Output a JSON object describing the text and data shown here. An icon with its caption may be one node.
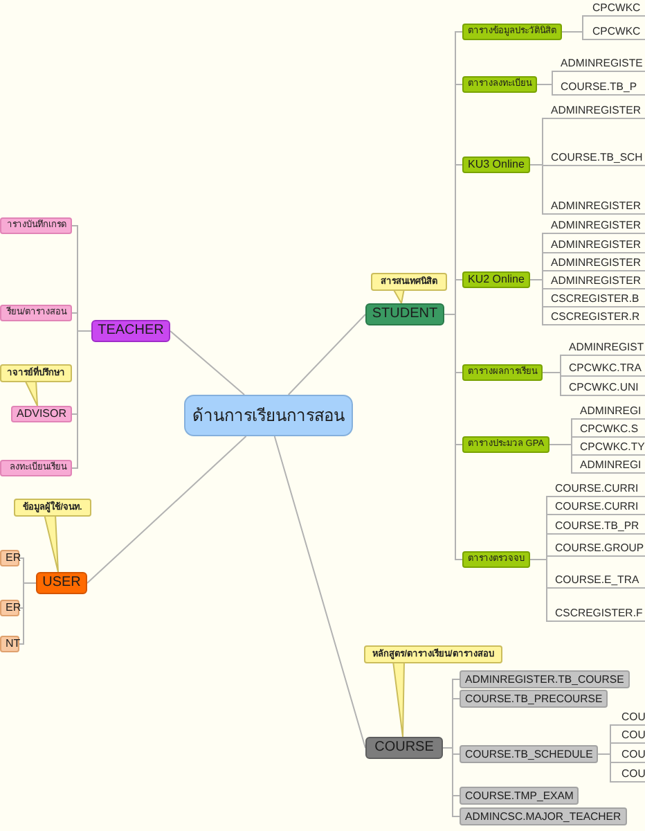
{
  "diagram": {
    "nodes": [
      {
        "text": [
          "ด้านการเรียนการสอน"
        ]
      },
      {
        "text": [
          "TEACHER"
        ]
      },
      {
        "text": [
          "ารางบันทึกเกรด"
        ]
      },
      {
        "text": [
          "รียน/ตารางสอน"
        ]
      },
      {
        "text": [
          "ADVISOR"
        ]
      },
      {
        "text": [
          "ลงทะเบียนเรียน"
        ]
      },
      {
        "text": [
          "USER"
        ]
      },
      {
        "text": [
          "ER"
        ]
      },
      {
        "text": [
          "ER"
        ]
      },
      {
        "text": [
          "NT"
        ]
      },
      {
        "text": [
          "STUDENT"
        ]
      },
      {
        "text": [
          "ตารางข้อมูลประวัตินิสิต"
        ]
      },
      {
        "text": [
          "CPCWKC"
        ]
      },
      {
        "text": [
          "CPCWKC"
        ]
      },
      {
        "text": [
          "ตารางลงทะเบียน"
        ]
      },
      {
        "text": [
          "ADMINREGISTE"
        ]
      },
      {
        "text": [
          "COURSE.TB_P"
        ]
      },
      {
        "text": [
          "KU3 Online"
        ]
      },
      {
        "text": [
          "ADMINREGISTER"
        ]
      },
      {
        "text": [
          "COURSE.TB_SCH"
        ]
      },
      {
        "text": [
          "ADMINREGISTER"
        ]
      },
      {
        "text": [
          "KU2 Online"
        ]
      },
      {
        "text": [
          "ADMINREGISTER"
        ]
      },
      {
        "text": [
          "ADMINREGISTER"
        ]
      },
      {
        "text": [
          "ADMINREGISTER"
        ]
      },
      {
        "text": [
          "ADMINREGISTER"
        ]
      },
      {
        "text": [
          "CSCREGISTER.B"
        ]
      },
      {
        "text": [
          "CSCREGISTER.R"
        ]
      },
      {
        "text": [
          "ตารางผลการเรียน"
        ]
      },
      {
        "text": [
          "ADMINREGIST"
        ]
      },
      {
        "text": [
          "CPCWKC.TRA"
        ]
      },
      {
        "text": [
          "CPCWKC.UNI"
        ]
      },
      {
        "text": [
          "ตารางประมวล GPA"
        ]
      },
      {
        "text": [
          "ADMINREGI"
        ]
      },
      {
        "text": [
          "CPCWKC.S"
        ]
      },
      {
        "text": [
          "CPCWKC.TY"
        ]
      },
      {
        "text": [
          "ADMINREGI"
        ]
      },
      {
        "text": [
          "ตารางตรวจจบ"
        ]
      },
      {
        "text": [
          "COURSE.CURRI"
        ]
      },
      {
        "text": [
          "COURSE.CURRI"
        ]
      },
      {
        "text": [
          "COURSE.TB_PR"
        ]
      },
      {
        "text": [
          "COURSE.GROUP"
        ]
      },
      {
        "text": [
          "COURSE.E_TRA"
        ]
      },
      {
        "text": [
          "CSCREGISTER.F"
        ]
      },
      {
        "text": [
          "COURSE"
        ]
      },
      {
        "text": [
          "ADMINREGISTER.TB_COURSE"
        ]
      },
      {
        "text": [
          "COURSE.TB_PRECOURSE"
        ]
      },
      {
        "text": [
          "COURSE.TB_SCHEDULE"
        ]
      },
      {
        "text": [
          "COU"
        ]
      },
      {
        "text": [
          "COU"
        ]
      },
      {
        "text": [
          "COU"
        ]
      },
      {
        "text": [
          "COU"
        ]
      },
      {
        "text": [
          "COURSE.TMP_EXAM"
        ]
      },
      {
        "text": [
          "ADMINCSC.MAJOR_TEACHER"
        ]
      },
      {
        "text": [
          "สารสนเทศนิสิต"
        ]
      },
      {
        "text": [
          "าจารย์ที่ปรึกษา"
        ]
      },
      {
        "text": [
          "ข้อมูลผู้ใช้/จนท."
        ]
      },
      {
        "text": [
          "หลักสูตร/ตารางเรียน/ตารางสอบ"
        ]
      }
    ],
    "edges": [
      {
        "from": 0,
        "to": 1,
        "arrow": "none"
      },
      {
        "from": 1,
        "to": 2,
        "arrow": "none"
      },
      {
        "from": 1,
        "to": 3,
        "arrow": "none"
      },
      {
        "from": 1,
        "to": 4,
        "arrow": "none"
      },
      {
        "from": 1,
        "to": 5,
        "arrow": "none"
      },
      {
        "from": 0,
        "to": 6,
        "arrow": "none"
      },
      {
        "from": 6,
        "to": 7,
        "arrow": "none"
      },
      {
        "from": 6,
        "to": 8,
        "arrow": "none"
      },
      {
        "from": 6,
        "to": 9,
        "arrow": "none"
      },
      {
        "from": 0,
        "to": 10,
        "arrow": "none"
      },
      {
        "from": 10,
        "to": 11,
        "arrow": "none"
      },
      {
        "from": 10,
        "to": 14,
        "arrow": "none"
      },
      {
        "from": 10,
        "to": 17,
        "arrow": "none"
      },
      {
        "from": 10,
        "to": 21,
        "arrow": "none"
      },
      {
        "from": 10,
        "to": 28,
        "arrow": "none"
      },
      {
        "from": 10,
        "to": 32,
        "arrow": "none"
      },
      {
        "from": 10,
        "to": 37,
        "arrow": "none"
      },
      {
        "from": 11,
        "to": 12,
        "arrow": "none"
      },
      {
        "from": 11,
        "to": 13,
        "arrow": "none"
      },
      {
        "from": 14,
        "to": 15,
        "arrow": "none"
      },
      {
        "from": 14,
        "to": 16,
        "arrow": "none"
      },
      {
        "from": 17,
        "to": 18,
        "arrow": "none"
      },
      {
        "from": 17,
        "to": 19,
        "arrow": "none"
      },
      {
        "from": 17,
        "to": 20,
        "arrow": "none"
      },
      {
        "from": 21,
        "to": 22,
        "arrow": "none"
      },
      {
        "from": 21,
        "to": 23,
        "arrow": "none"
      },
      {
        "from": 21,
        "to": 24,
        "arrow": "none"
      },
      {
        "from": 21,
        "to": 25,
        "arrow": "none"
      },
      {
        "from": 21,
        "to": 26,
        "arrow": "none"
      },
      {
        "from": 21,
        "to": 27,
        "arrow": "none"
      },
      {
        "from": 28,
        "to": 29,
        "arrow": "none"
      },
      {
        "from": 28,
        "to": 30,
        "arrow": "none"
      },
      {
        "from": 28,
        "to": 31,
        "arrow": "none"
      },
      {
        "from": 32,
        "to": 33,
        "arrow": "none"
      },
      {
        "from": 32,
        "to": 34,
        "arrow": "none"
      },
      {
        "from": 32,
        "to": 35,
        "arrow": "none"
      },
      {
        "from": 32,
        "to": 36,
        "arrow": "none"
      },
      {
        "from": 37,
        "to": 38,
        "arrow": "none"
      },
      {
        "from": 37,
        "to": 39,
        "arrow": "none"
      },
      {
        "from": 37,
        "to": 40,
        "arrow": "none"
      },
      {
        "from": 37,
        "to": 41,
        "arrow": "none"
      },
      {
        "from": 37,
        "to": 42,
        "arrow": "none"
      },
      {
        "from": 37,
        "to": 43,
        "arrow": "none"
      },
      {
        "from": 0,
        "to": 44,
        "arrow": "none"
      },
      {
        "from": 44,
        "to": 45,
        "arrow": "none"
      },
      {
        "from": 44,
        "to": 46,
        "arrow": "none"
      },
      {
        "from": 44,
        "to": 47,
        "arrow": "none"
      },
      {
        "from": 44,
        "to": 52,
        "arrow": "none"
      },
      {
        "from": 44,
        "to": 53,
        "arrow": "none"
      },
      {
        "from": 47,
        "to": 48,
        "arrow": "none"
      },
      {
        "from": 47,
        "to": 49,
        "arrow": "none"
      },
      {
        "from": 47,
        "to": 50,
        "arrow": "none"
      },
      {
        "from": 47,
        "to": 51,
        "arrow": "none"
      },
      {
        "from": 54,
        "to": 10,
        "arrow": "to"
      },
      {
        "from": 55,
        "to": 4,
        "arrow": "to"
      },
      {
        "from": 56,
        "to": 6,
        "arrow": "to"
      },
      {
        "from": 57,
        "to": 44,
        "arrow": "to"
      }
    ]
  }
}
